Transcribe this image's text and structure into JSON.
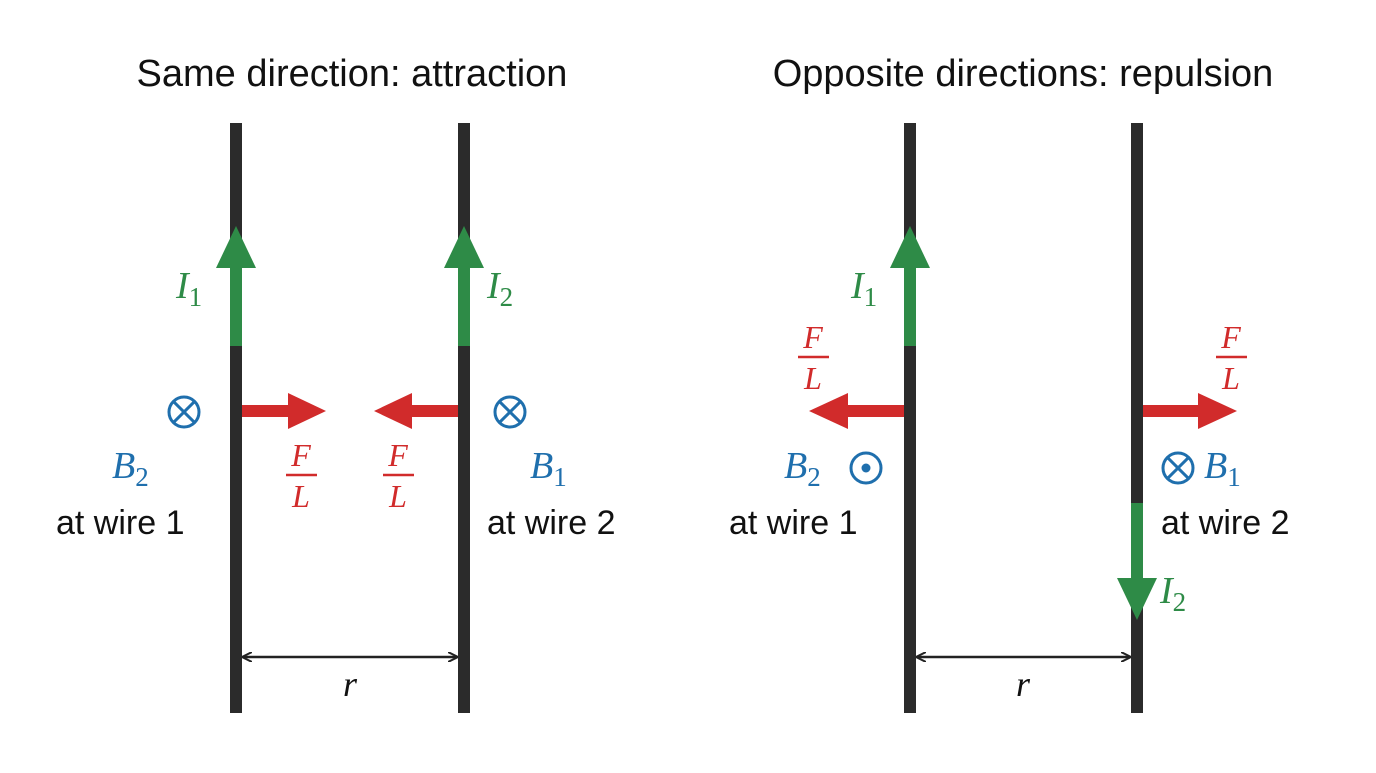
{
  "colors": {
    "wire": "#2b2b2b",
    "current": "#2e8b47",
    "force": "#d12b2b",
    "field": "#1f6fad"
  },
  "icons": {
    "into_page": "circle-cross-icon",
    "out_of_page": "circle-dot-icon"
  },
  "left_panel": {
    "title": "Same direction: attraction",
    "wire1": {
      "current": {
        "symbol": "I",
        "sub": "1"
      },
      "force": {
        "num": "F",
        "den": "L"
      },
      "field": {
        "symbol": "B",
        "sub": "2",
        "label": "at wire 1"
      }
    },
    "wire2": {
      "current": {
        "symbol": "I",
        "sub": "2"
      },
      "force": {
        "num": "F",
        "den": "L"
      },
      "field": {
        "symbol": "B",
        "sub": "1",
        "label": "at wire 2"
      }
    },
    "separation": "r"
  },
  "right_panel": {
    "title": "Opposite directions: repulsion",
    "wire1": {
      "current": {
        "symbol": "I",
        "sub": "1"
      },
      "force": {
        "num": "F",
        "den": "L"
      },
      "field": {
        "symbol": "B",
        "sub": "2",
        "label": "at wire 1"
      }
    },
    "wire2": {
      "current": {
        "symbol": "I",
        "sub": "2"
      },
      "force": {
        "num": "F",
        "den": "L"
      },
      "field": {
        "symbol": "B",
        "sub": "1",
        "label": "at wire 2"
      }
    },
    "separation": "r"
  }
}
